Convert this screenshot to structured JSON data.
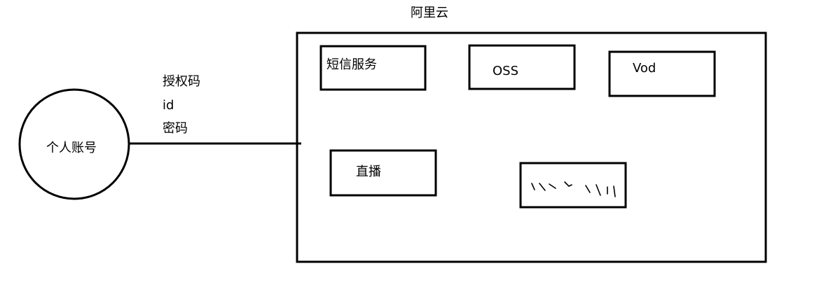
{
  "cloud": {
    "title": "阿里云",
    "services": [
      {
        "label": "短信服务"
      },
      {
        "label": "OSS"
      },
      {
        "label": "Vod"
      },
      {
        "label": "直播"
      },
      {
        "label": ""
      }
    ]
  },
  "account": {
    "label": "个人账号"
  },
  "connection": {
    "credentials": [
      "授权码",
      "id",
      "密码"
    ]
  }
}
